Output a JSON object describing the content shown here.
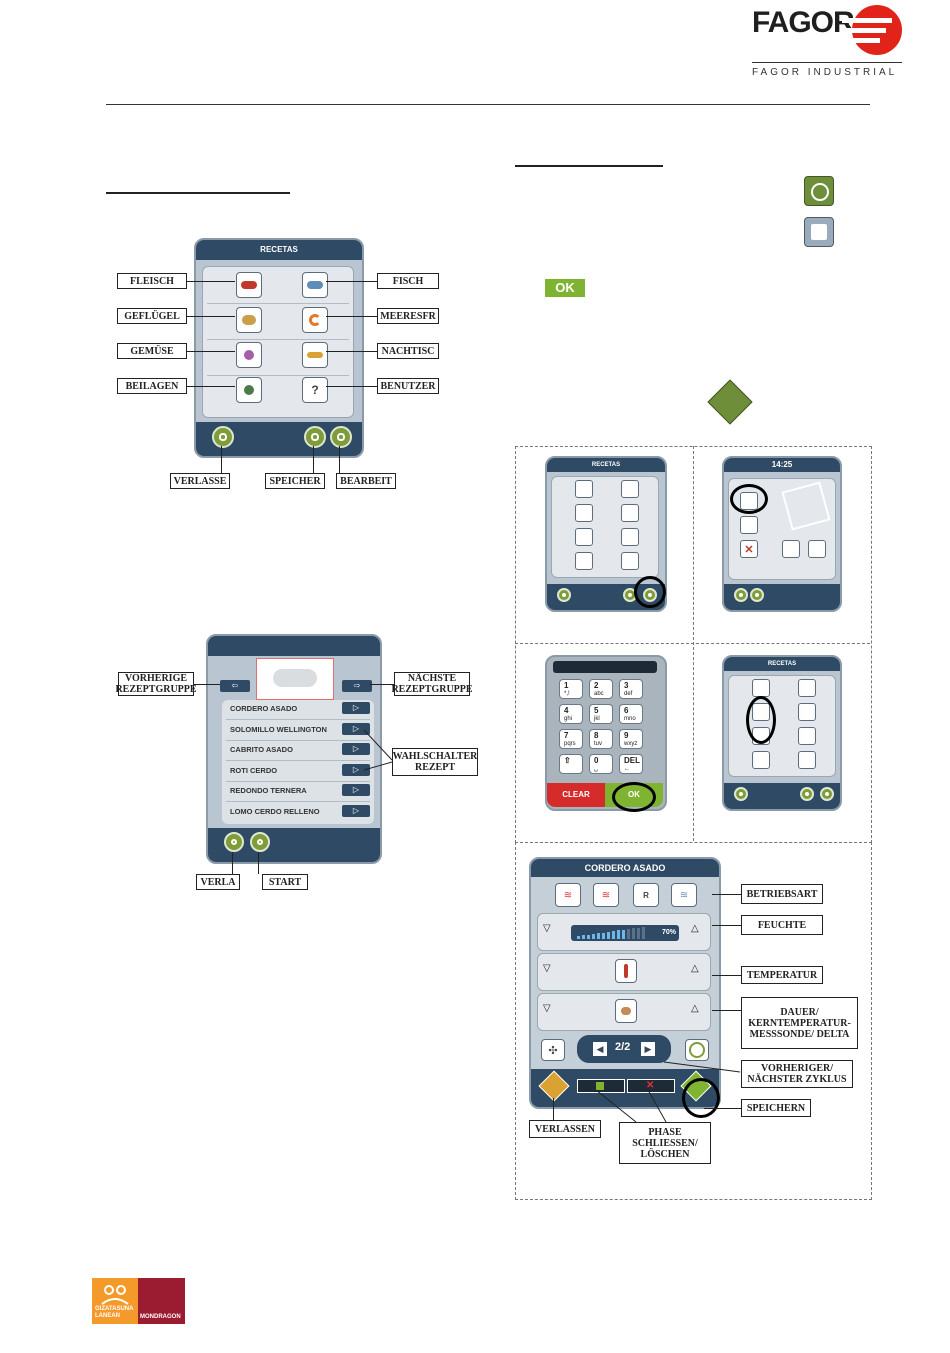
{
  "header": {
    "brand": "FAGOR",
    "brand_sub": "FAGOR INDUSTRIAL"
  },
  "ok_badge": "OK",
  "recetas_screen": {
    "title": "RECETAS",
    "labels": {
      "fleisch": "FLEISCH",
      "fisch": "FISCH",
      "gefluegel": "GEFLÜGEL",
      "meeresfr": "MEERESFR",
      "gemuese": "GEMÜSE",
      "nachtisc": "NACHTISC",
      "beilagen": "BEILAGEN",
      "benutzer": "BENUTZER",
      "verlasse": "VERLASSE",
      "speicher": "SPEICHER",
      "bearbeit": "BEARBEIT"
    }
  },
  "recipe_list_screen": {
    "items": [
      "CORDERO ASADO",
      "SOLOMILLO WELLINGTON",
      "CABRITO ASADO",
      "ROTI CERDO",
      "REDONDO TERNERA",
      "LOMO CERDO RELLENO"
    ],
    "labels": {
      "prev_group": "VORHERIGE REZEPTGRUPPE",
      "next_group": "NÄCHSTE REZEPTGRUPPE",
      "select": "WAHLSCHALTER REZEPT",
      "verla": "VERLA",
      "start": "START"
    }
  },
  "step_screens": {
    "recetas_title": "RECETAS",
    "clock": "14:25",
    "keypad": {
      "keys": [
        {
          "n": "1",
          "s": "*,!"
        },
        {
          "n": "2",
          "s": "abc"
        },
        {
          "n": "3",
          "s": "def"
        },
        {
          "n": "4",
          "s": "ghi"
        },
        {
          "n": "5",
          "s": "jkl"
        },
        {
          "n": "6",
          "s": "mno"
        },
        {
          "n": "7",
          "s": "pqrs"
        },
        {
          "n": "8",
          "s": "tuv"
        },
        {
          "n": "9",
          "s": "wxyz"
        },
        {
          "n": "⇧",
          "s": ""
        },
        {
          "n": "0",
          "s": "␣"
        },
        {
          "n": "DEL",
          "s": "←"
        }
      ],
      "clear": "CLEAR",
      "ok": "OK"
    }
  },
  "program_screen": {
    "title": "CORDERO ASADO",
    "humidity": "70%",
    "humidity_level": 0.7,
    "cycle": "2/2",
    "labels": {
      "betriebsart": "BETRIEBSART",
      "feuchte": "FEUCHTE",
      "temperatur": "TEMPERATUR",
      "dauer": "DAUER/ KERNTEMPERATUR- MESSSONDE/ DELTA",
      "zyklus": "VORHERIGER/ NÄCHSTER ZYKLUS",
      "speichern": "SPEICHERN",
      "verlassen": "VERLASSEN",
      "phase": "PHASE SCHLIESSEN/ LÖSCHEN"
    }
  },
  "footer": {
    "left_logo": "GIZATASUNA LANEAN",
    "right_logo": "MONDRAGON"
  },
  "colors": {
    "navy": "#2f4a64",
    "green": "#7f9c3a",
    "fagor_red": "#e2231a",
    "orange": "#f39a2b",
    "maroon": "#9b1b30"
  }
}
